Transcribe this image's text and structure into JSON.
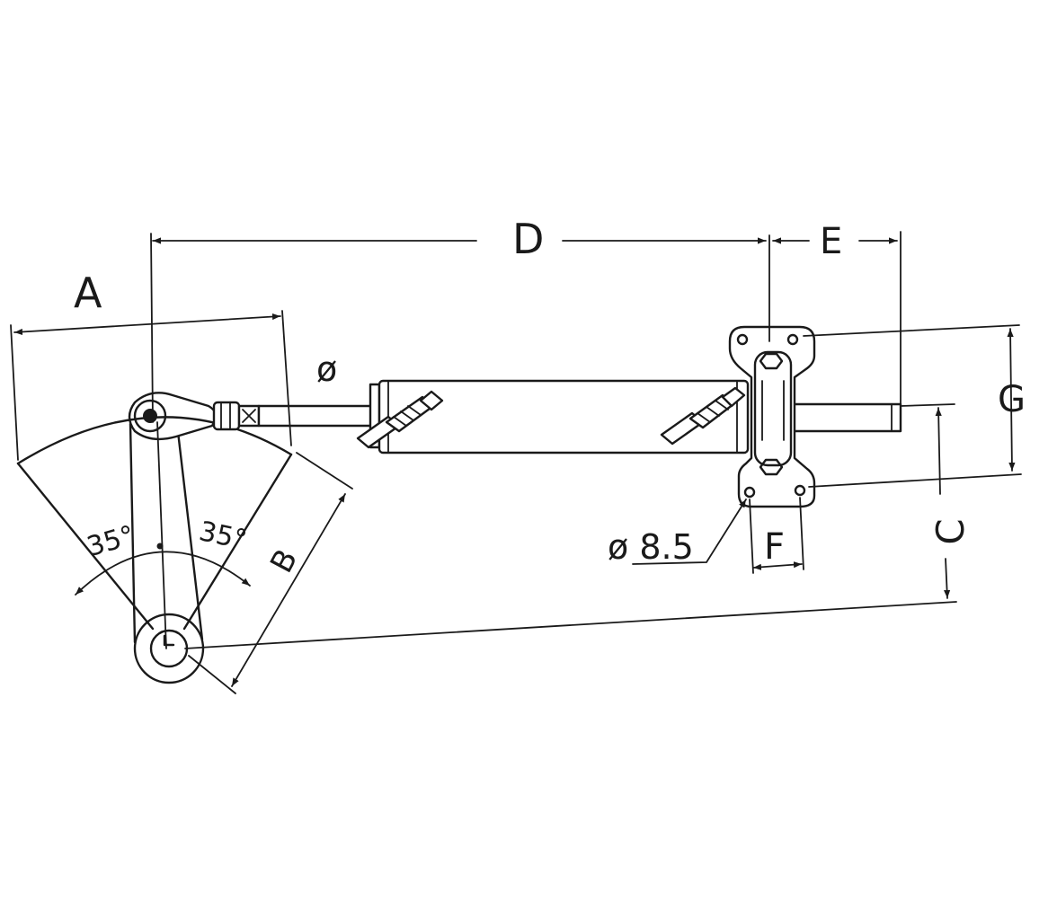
{
  "dimensions": {
    "A": "A",
    "B": "B",
    "C": "C",
    "D": "D",
    "E": "E",
    "F": "F",
    "G": "G"
  },
  "annotations": {
    "diameter": "ø",
    "hole_diameter": "ø 8.5",
    "angle_left": "35°",
    "angle_right": "35°"
  }
}
